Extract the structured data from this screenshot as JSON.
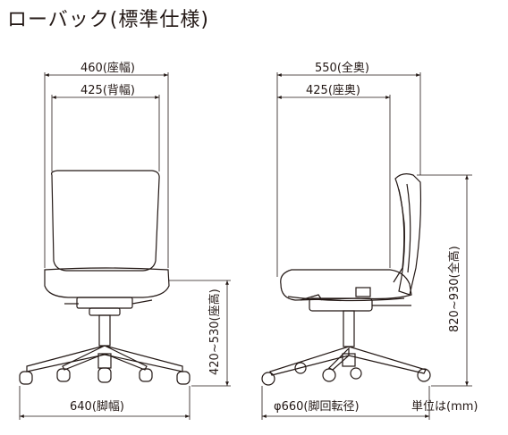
{
  "title": "ローバック(標準仕様)",
  "front_view": {
    "dim_seat_width": "460(座幅)",
    "dim_back_width": "425(背幅)",
    "dim_seat_height": "420~530(座高)",
    "dim_base_width": "640(脚幅)"
  },
  "side_view": {
    "dim_overall_depth": "550(全奥)",
    "dim_seat_depth": "425(座奥)",
    "dim_overall_height": "820~930(全高)",
    "dim_base_diameter": "φ660(脚回転径)"
  },
  "unit_note": "単位は(mm)"
}
